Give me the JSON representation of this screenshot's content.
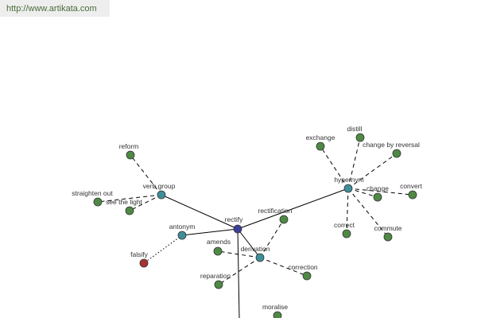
{
  "site_url": "http://www.artikata.com",
  "colors": {
    "center": "#3b3f9a",
    "relation": "#3f8f9a",
    "word": "#4f8a45",
    "antonym_word": "#a83232"
  },
  "nodes": {
    "rectify": "rectify",
    "verb_group": "verb group",
    "antonym": "antonym",
    "derivation": "derivation",
    "hypernym": "hypernym",
    "reform": "reform",
    "straighten_out": "straighten out",
    "see_the_light": "see the light",
    "falsify": "falsify",
    "amends": "amends",
    "rectification": "rectification",
    "correction": "correction",
    "reparation": "reparation",
    "moralise": "moralise",
    "exchange": "exchange",
    "distill": "distill",
    "change_by_reversal": "change by reversal",
    "change": "change",
    "convert": "convert",
    "correct": "correct",
    "commute": "commute"
  }
}
